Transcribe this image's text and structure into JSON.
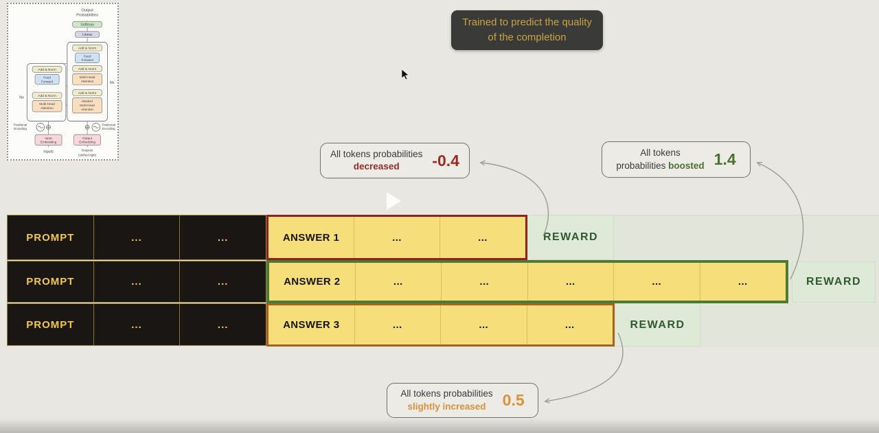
{
  "tooltip": {
    "text": "Trained to predict the quality of the completion"
  },
  "icons": {
    "play": "triangle-right",
    "cursor": "pointer-arrow"
  },
  "colors": {
    "background": "#e9e7e2",
    "tooltip_bg": "#3a3a38",
    "tooltip_text": "#c9a43e",
    "black_cell_bg": "#1a1613",
    "black_cell_text": "#f2c94c",
    "answer_cell_bg": "#f6de7b",
    "answer1_border": "#8e2420",
    "answer2_border": "#4e7a33",
    "answer3_border": "#a8611f",
    "reward_bg": "#dfe9d8",
    "reward_text": "#2f5a30",
    "decreased_accent": "#9a2b22",
    "boosted_accent": "#4c7031",
    "increased_accent": "#d8913c"
  },
  "diagram": {
    "output_probabilities": [
      "Output",
      "Probabilities"
    ],
    "softmax": "Softmax",
    "linear": "Linear",
    "add_norm": "Add & Norm",
    "feed_forward": [
      "Feed",
      "Forward"
    ],
    "mha": [
      "Multi-Head",
      "Attention"
    ],
    "masked_mha": [
      "Masked",
      "Multi-Head",
      "Attention"
    ],
    "pos_enc": [
      "Positional",
      "Encoding"
    ],
    "input_emb": [
      "Input",
      "Embedding"
    ],
    "output_emb": [
      "Output",
      "Embedding"
    ],
    "inputs": "Inputs",
    "outputs": [
      "Outputs",
      "(shifted right)"
    ],
    "nx": "Nx"
  },
  "callouts": {
    "decreased": {
      "line1": "All tokens probabilities",
      "emphasis": "decreased",
      "value": "-0.4"
    },
    "boosted": {
      "line1": "All tokens",
      "line2": "probabilities",
      "emphasis": "boosted",
      "value": "1.4"
    },
    "increased": {
      "line1": "All tokens probabilities",
      "emphasis": "slightly increased",
      "value": "0.5"
    }
  },
  "table": {
    "black_cells": [
      [
        "PROMPT",
        "...",
        "..."
      ],
      [
        "PROMPT",
        "...",
        "..."
      ],
      [
        "PROMPT",
        "...",
        "..."
      ]
    ],
    "answer_cells": [
      [
        "ANSWER 1",
        "...",
        "..."
      ],
      [
        "ANSWER 2",
        "...",
        "...",
        "...",
        "...",
        "..."
      ],
      [
        "ANSWER 3",
        "...",
        "...",
        "..."
      ]
    ],
    "reward_label": "REWARD"
  }
}
